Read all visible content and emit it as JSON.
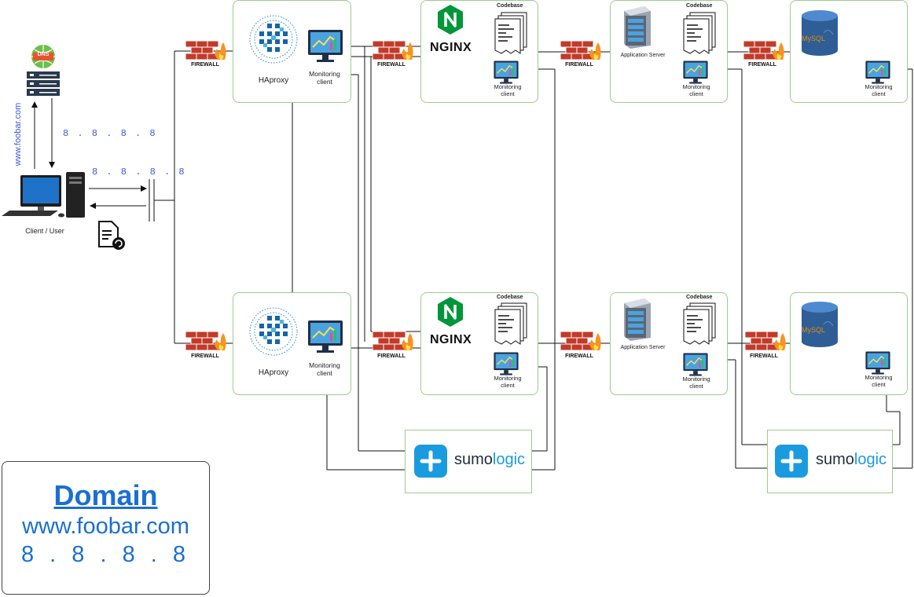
{
  "client": {
    "label": "Client / User"
  },
  "dns": {
    "badge": "DNS",
    "query_domain": "www.foobar.com",
    "response_ip": "8 . 8 . 8 . 8"
  },
  "request_ip": "8 . 8 . 8 . 8",
  "firewall_label": "FIREWALL",
  "haproxy_label": "HAproxy",
  "monitoring_label_line1": "Monitoring",
  "monitoring_label_line2": "client",
  "nginx_label": "NGINX",
  "codebase_label": "Codebase",
  "app_server_label": "Application Server",
  "mysql_label": "MySQL",
  "sumologic": {
    "part1": "sumo",
    "part2": "logic"
  },
  "domain_card": {
    "title": "Domain",
    "url": "www.foobar.com",
    "ip": "8 . 8 . 8 . 8"
  },
  "colors": {
    "box_border": "#9ccc8a",
    "ip_blue": "#3b5bdb",
    "domain_blue": "#1a6fd1",
    "sumo_blue": "#1a9be0",
    "nginx_green": "#009639",
    "firewall_red": "#c23b2a"
  }
}
